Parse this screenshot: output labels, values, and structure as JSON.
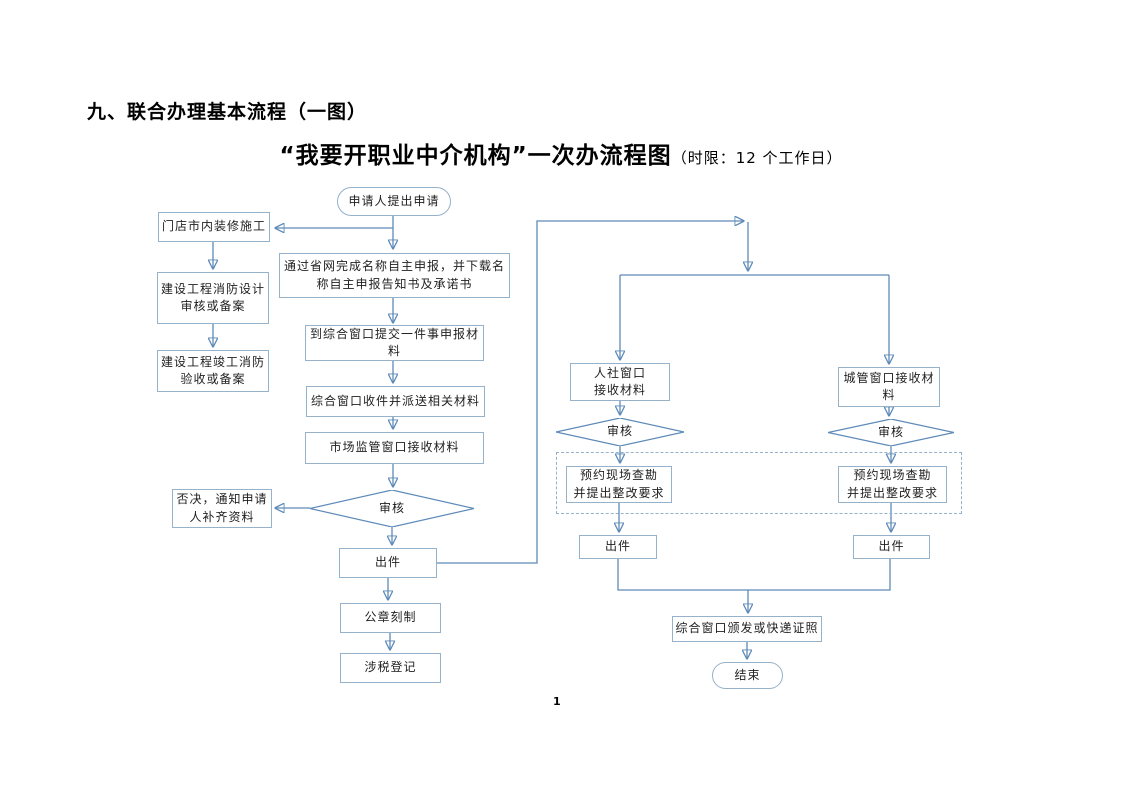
{
  "document": {
    "heading": "九、联合办理基本流程（一图）",
    "title": "“我要开职业中介机构”一次办流程图",
    "title_note": "（时限：12 个工作日）",
    "page_number": "1"
  },
  "flowchart": {
    "nodes": {
      "start": "申请人提出申请",
      "shop_decoration": "门店市内装修施工",
      "online_declaration": "通过省网完成名称自主申报，并下载名\n称自主申报告知书及承诺书",
      "fire_design": "建设工程消防设计\n审核或备案",
      "fire_acceptance": "建设工程竣工消防\n验收或备案",
      "submit_materials": "到综合窗口提交一件事申报材\n料",
      "window_receive": "综合窗口收件并派送相关材料",
      "market_window": "市场监管窗口接收材料",
      "review_main": "审核",
      "reject_notify": "否决，通知申请\n人补齐资料",
      "issue_main": "出件",
      "seal_engraving": "公章刻制",
      "tax_registration": "涉税登记",
      "hr_window": "人社窗口\n接收材料",
      "hr_review": "审核",
      "hr_survey": "预约现场查勘\n并提出整改要求",
      "hr_issue": "出件",
      "cg_window": "城管窗口接收材\n料",
      "cg_review": "审核",
      "cg_survey": "预约现场查勘\n并提出整改要求",
      "cg_issue": "出件",
      "license_delivery": "综合窗口颁发或快递证照",
      "end": "结束"
    },
    "colors": {
      "line": "#5d8ab8",
      "border": "#96b1ca",
      "arrow": "#2c6496",
      "text": "#1f1f1f"
    }
  }
}
